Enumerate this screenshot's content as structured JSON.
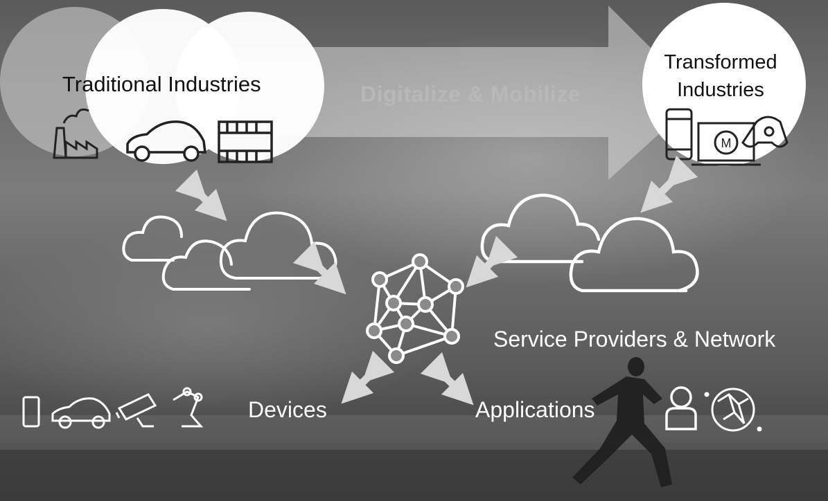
{
  "labels": {
    "traditional_industries": "Traditional Industries",
    "digitalize_mobilize": "Digitalize & Mobilize",
    "transformed_industries_line1": "Transformed",
    "transformed_industries_line2": "Industries",
    "service_providers": "Service Providers & Network",
    "devices": "Devices",
    "applications": "Applications"
  },
  "icons": {
    "traditional": [
      "factory-icon",
      "car-icon",
      "film-strip-icon"
    ],
    "transformed": [
      "smartphone-icon",
      "laptop-icon",
      "gamepad-icon"
    ],
    "devices": [
      "smartphone-icon",
      "car-icon",
      "security-camera-icon",
      "robot-arm-icon"
    ],
    "applications": [
      "user-icon",
      "globe-icon"
    ],
    "hub": "network-mesh-icon"
  },
  "colors": {
    "background": "#6a6a6a",
    "foreground": "#ffffff",
    "arrow_fill": "#cfcfcf",
    "digitalize_text": "#b8b8b8"
  }
}
